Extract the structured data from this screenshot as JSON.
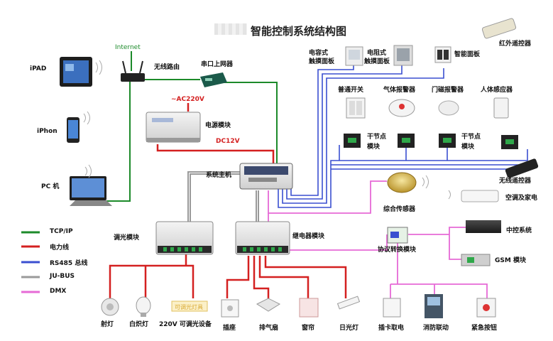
{
  "title": "智能控制系统结构图",
  "colors": {
    "tcp_ip": "#1c8a2a",
    "power": "#d42020",
    "rs485": "#3a4fd0",
    "ju_bus": "#9a9a9a",
    "dmx": "#e66ad6"
  },
  "nodes": {
    "internet": "Internet",
    "ipad": "iPAD",
    "iphone": "iPhon",
    "pc": "PC 机",
    "router": "无线路由",
    "serial_gateway": "串口上网器",
    "ac220": "~AC220V",
    "power_module": "电源模块",
    "dc12v": "DC12V",
    "system_host": "系统主机",
    "capacitive_panel_line1": "电容式",
    "capacitive_panel_line2": "触摸面板",
    "resistive_panel_line1": "电阻式",
    "resistive_panel_line2": "触摸面板",
    "smart_panel": "智能面板",
    "ir_remote": "红外遥控器",
    "normal_switch": "普通开关",
    "gas_alarm": "气体报警器",
    "door_alarm": "门磁报警器",
    "body_sensor": "人体感应器",
    "dry_contact_1_line1": "干节点",
    "dry_contact_1_line2": "模块",
    "dry_contact_2_line1": "干节点",
    "dry_contact_2_line2": "模块",
    "wireless_remote": "无线遥控器",
    "integrated_sensor": "综合传感器",
    "ac_appliance": "空调及家电",
    "protocol_module": "协议转换模块",
    "central_control": "中控系统",
    "gsm_module": "GSM 模块",
    "dimmer_module": "调光模块",
    "relay_module": "继电器模块",
    "spotlight": "射灯",
    "incandescent": "白炽灯",
    "dimmable_220v": "220V 可调光设备",
    "dimmable_tag": "可调光灯具",
    "socket": "插座",
    "exhaust_fan": "排气扇",
    "curtain": "窗帘",
    "fluorescent": "日光灯",
    "card_power": "插卡取电",
    "fire_link": "消防联动",
    "emergency_button": "紧急按钮"
  },
  "legend": [
    {
      "label": "TCP/IP",
      "color": "#1c8a2a"
    },
    {
      "label": "电力线",
      "color": "#d42020"
    },
    {
      "label": "RS485 总线",
      "color": "#3a4fd0"
    },
    {
      "label": "JU-BUS",
      "color": "#9a9a9a"
    },
    {
      "label": "DMX",
      "color": "#e66ad6"
    }
  ]
}
